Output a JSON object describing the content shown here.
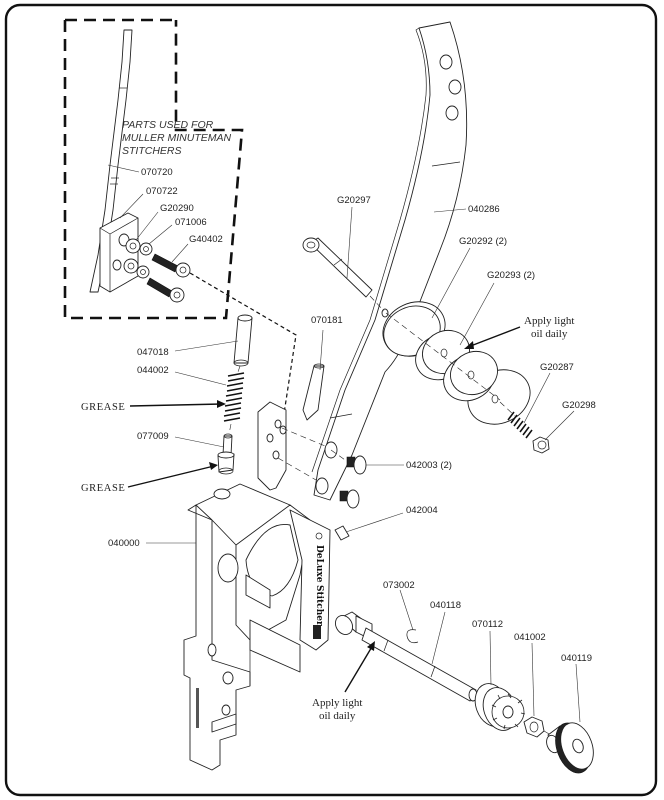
{
  "diagram": {
    "title": "DeLuxe Stitcher head assembly - exploded parts diagram",
    "inset": {
      "title_lines": [
        "PARTS USED FOR",
        "MULLER MINUTEMAN",
        "STITCHERS"
      ],
      "parts": [
        "070720",
        "070722",
        "G20290",
        "071006",
        "G40402"
      ]
    },
    "labels": {
      "p070720": "070720",
      "p070722": "070722",
      "pG20290": "G20290",
      "p071006": "071006",
      "pG40402": "G40402",
      "pG20297": "G20297",
      "p040286": "040286",
      "pG20292": "G20292 (2)",
      "pG20293": "G20293 (2)",
      "p070181": "070181",
      "p047018": "047018",
      "p044002": "044002",
      "p077009": "077009",
      "pG20287": "G20287",
      "pG20298": "G20298",
      "p042003": "042003 (2)",
      "p042004": "042004",
      "p040000": "040000",
      "p073002": "073002",
      "p040118": "040118",
      "p070112": "070112",
      "p041002": "041002",
      "p040119": "040119"
    },
    "notes": {
      "oil_upper_line1": "Apply light",
      "oil_upper_line2": "oil daily",
      "oil_lower_line1": "Apply light",
      "oil_lower_line2": "oil daily",
      "grease_upper": "GREASE",
      "grease_lower": "GREASE"
    },
    "brand_plate": {
      "line1": "DeLuxe",
      "line2": "Stitcher"
    }
  }
}
